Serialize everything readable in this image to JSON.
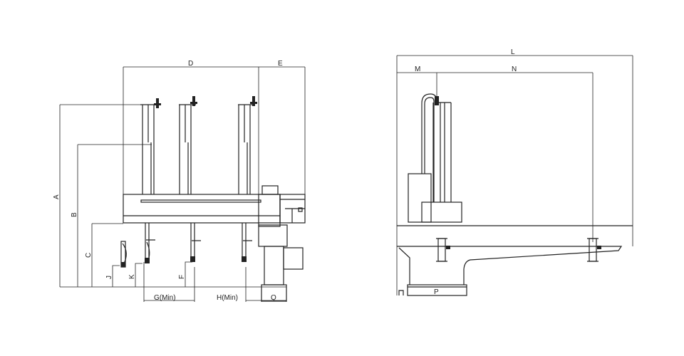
{
  "title": "Gantry robot dimension drawing",
  "front_view": {
    "labels": {
      "A": "A",
      "B": "B",
      "C": "C",
      "D": "D",
      "E": "E",
      "F": "F",
      "G": "G(Min)",
      "H": "H(Min)",
      "J": "J",
      "K": "K",
      "Q": "Q"
    }
  },
  "side_view": {
    "labels": {
      "L": "L",
      "M": "M",
      "N": "N",
      "P": "P"
    }
  }
}
